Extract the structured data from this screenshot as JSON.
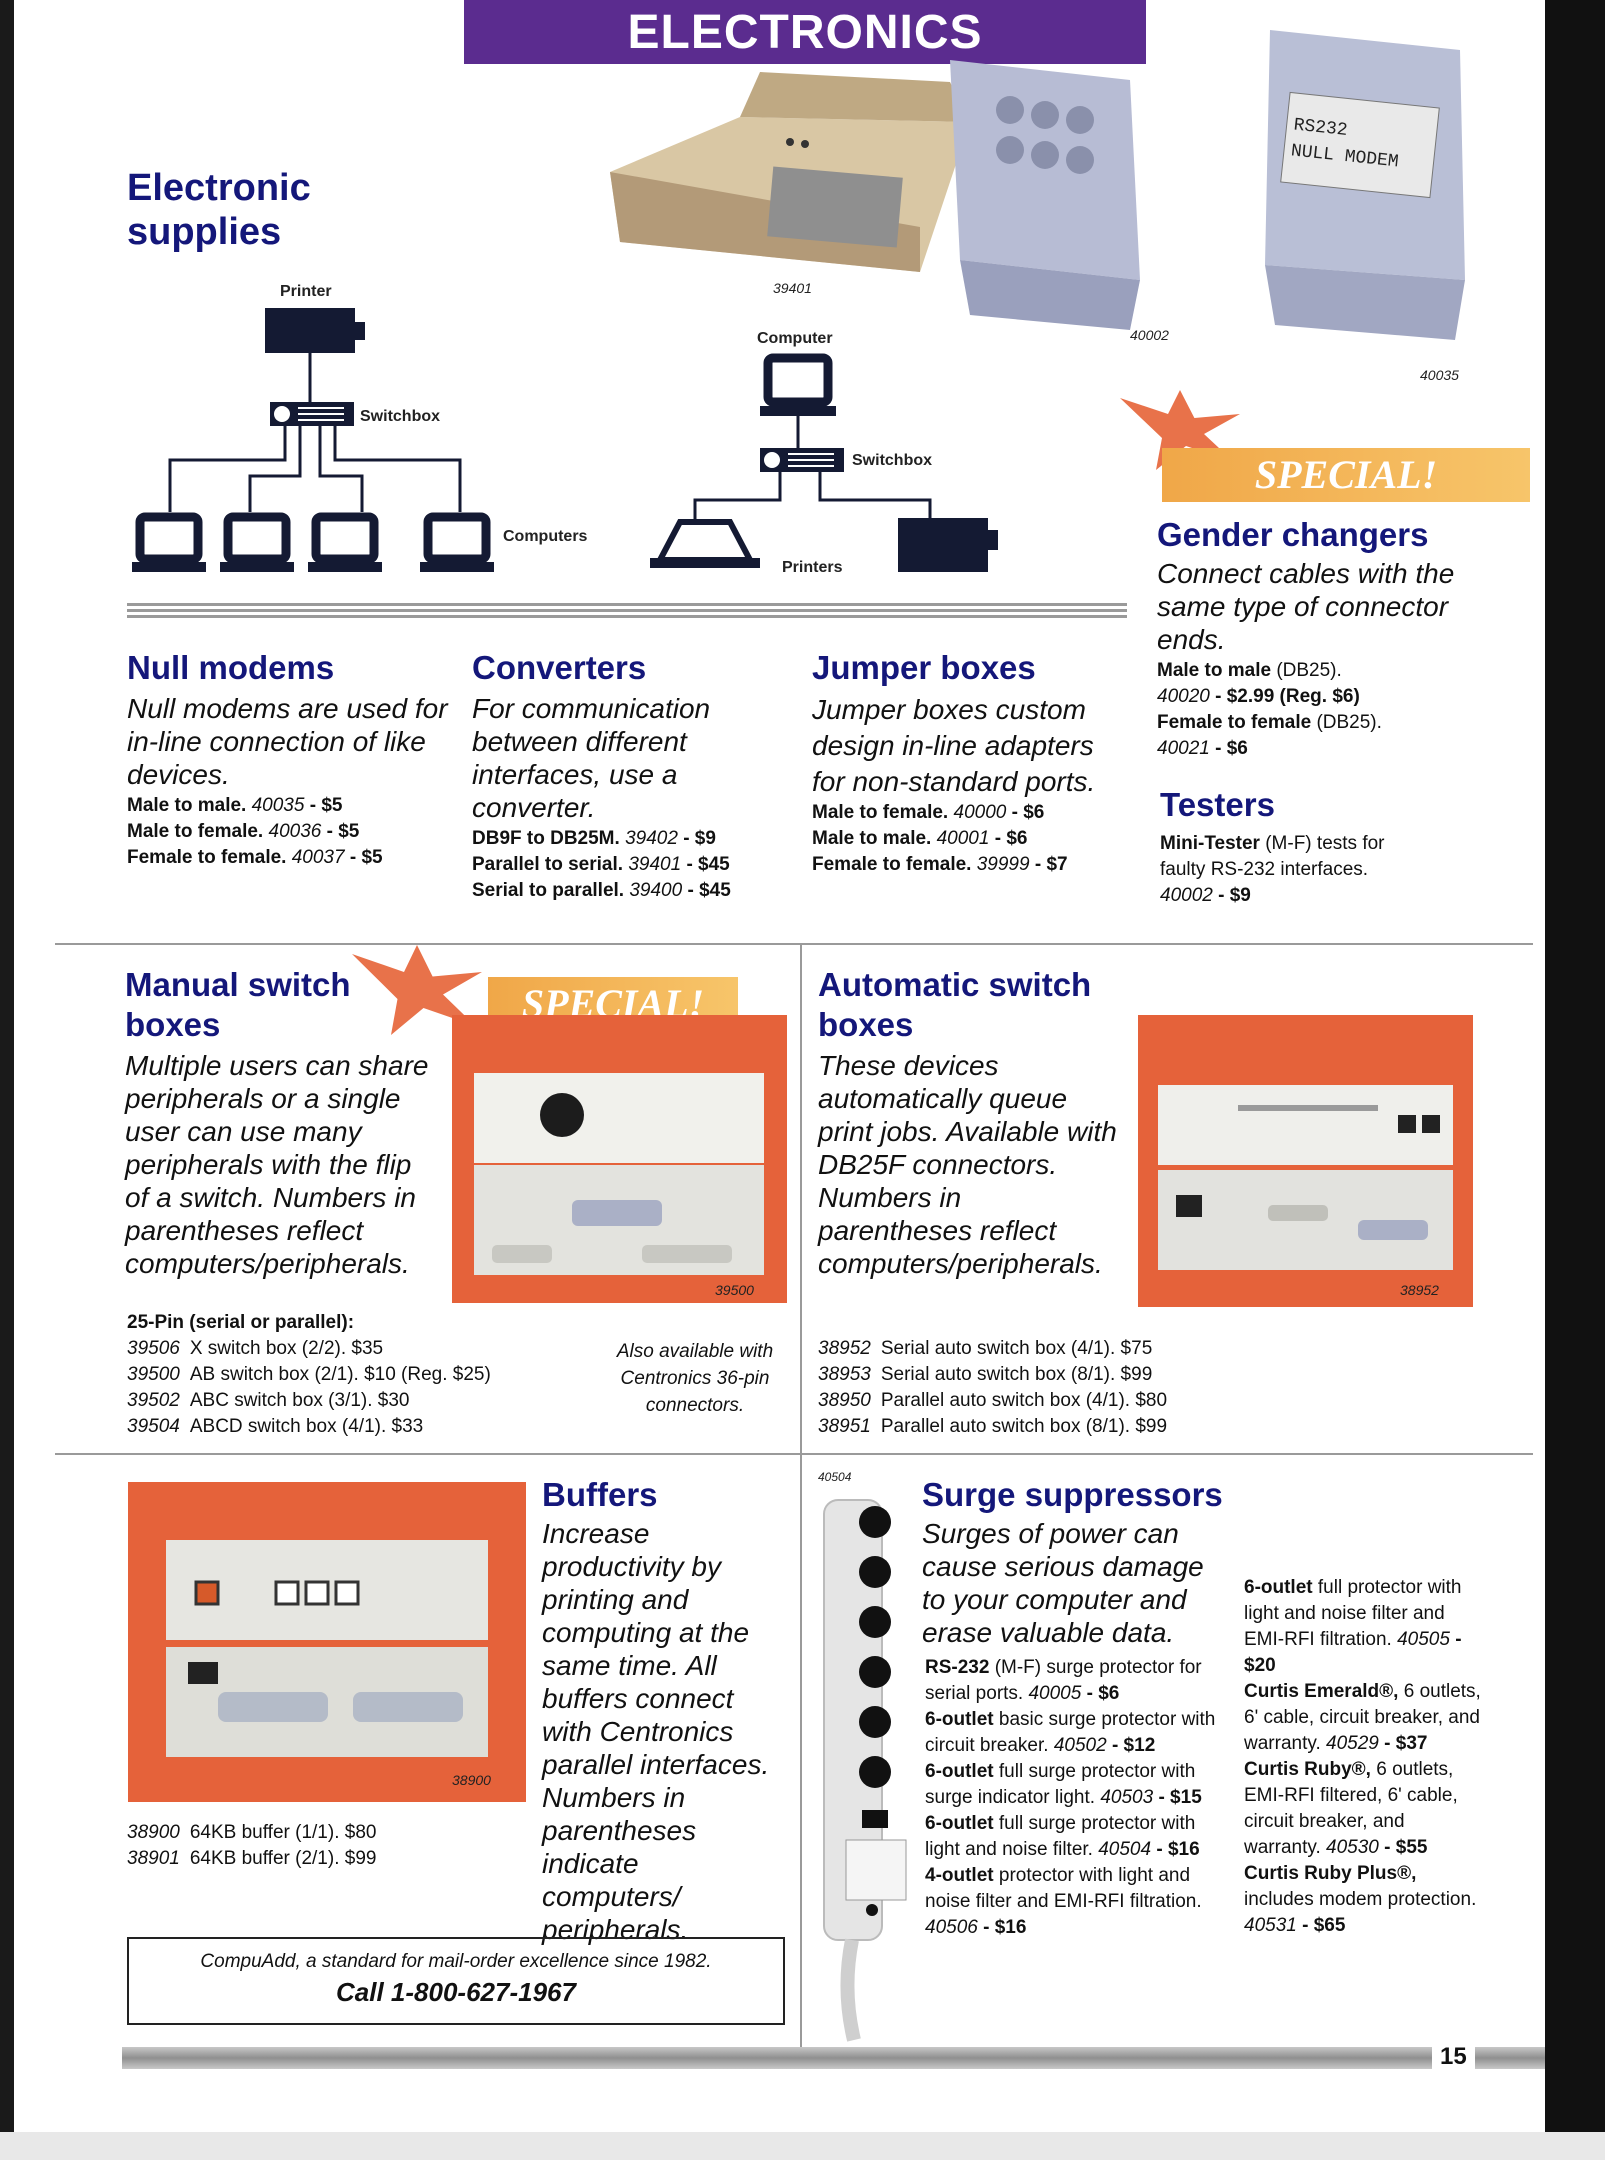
{
  "banner": "ELECTRONICS",
  "section_title": [
    "Electronic",
    "supplies"
  ],
  "diagram1": {
    "printer": "Printer",
    "switchbox": "Switchbox",
    "computers": "Computers"
  },
  "diagram2": {
    "computer": "Computer",
    "switchbox": "Switchbox",
    "printers": "Printers"
  },
  "photo_captions": {
    "p39401": "39401",
    "p40002": "40002",
    "p40035": "40035",
    "p39500": "39500",
    "p38952": "38952",
    "p38900": "38900",
    "p40504": "40504"
  },
  "adapter_label": [
    "RS232",
    "NULL MODEM"
  ],
  "special_label": "SPECIAL!",
  "null_modems": {
    "title": "Null modems",
    "desc": "Null modems are used for in-line connection of like devices.",
    "items": [
      {
        "label": "Male to male.",
        "code": "40035",
        "price": "- $5"
      },
      {
        "label": "Male to female.",
        "code": "40036",
        "price": "- $5"
      },
      {
        "label": "Female to female.",
        "code": "40037",
        "price": "- $5"
      }
    ]
  },
  "converters": {
    "title": "Converters",
    "desc": "For communication between different interfaces, use a converter.",
    "items": [
      {
        "label": "DB9F to DB25M.",
        "code": "39402",
        "price": "- $9"
      },
      {
        "label": "Parallel to serial.",
        "code": "39401",
        "price": "- $45"
      },
      {
        "label": "Serial to parallel.",
        "code": "39400",
        "price": "- $45"
      }
    ]
  },
  "jumper_boxes": {
    "title": "Jumper boxes",
    "desc": "Jumper boxes custom design in-line adapters for non-standard ports.",
    "items": [
      {
        "label": "Male to female.",
        "code": "40000",
        "price": "- $6"
      },
      {
        "label": "Male to male.",
        "code": "40001",
        "price": "- $6"
      },
      {
        "label": "Female to female.",
        "code": "39999",
        "price": "- $7"
      }
    ]
  },
  "gender_changers": {
    "title": "Gender changers",
    "desc": "Connect cables with the same type of connector ends.",
    "line1_label": "Male to male",
    "line1_rest": "(DB25).",
    "line2_code": "40020",
    "line2_price": "- $2.99 (Reg. $6)",
    "line3_label": "Female to female",
    "line3_rest": "(DB25).",
    "line4_code": "40021",
    "line4_price": "- $6"
  },
  "testers": {
    "title": "Testers",
    "line1_label": "Mini-Tester",
    "line1_rest": "(M-F) tests for",
    "line2": "faulty RS-232 interfaces.",
    "line3_code": "40002",
    "line3_price": "- $9"
  },
  "manual_switch": {
    "title": [
      "Manual switch",
      "boxes"
    ],
    "desc": "Multiple users can share peripherals or a single user can use many peripherals with the flip of a switch. Numbers in parentheses reflect computers/peripherals.",
    "list_head": "25-Pin (serial or parallel):",
    "rows": [
      {
        "code": "39506",
        "text": "X switch box (2/2). $35"
      },
      {
        "code": "39500",
        "text": "AB switch box (2/1). $10 (Reg. $25)"
      },
      {
        "code": "39502",
        "text": "ABC switch box (3/1). $30"
      },
      {
        "code": "39504",
        "text": "ABCD switch box (4/1). $33"
      }
    ],
    "note": "Also available with Centronics 36-pin connectors."
  },
  "auto_switch": {
    "title": [
      "Automatic switch",
      "boxes"
    ],
    "desc": "These devices automatically queue print jobs. Available with DB25F connectors. Numbers in parentheses reflect computers/peripherals.",
    "rows": [
      {
        "code": "38952",
        "text": "Serial auto switch box (4/1). $75"
      },
      {
        "code": "38953",
        "text": "Serial auto switch box (8/1). $99"
      },
      {
        "code": "38950",
        "text": "Parallel auto switch box (4/1). $80"
      },
      {
        "code": "38951",
        "text": "Parallel auto switch box (8/1). $99"
      }
    ]
  },
  "buffers": {
    "title": "Buffers",
    "desc": "Increase productivity by printing and computing at the same time. All buffers connect with Centronics parallel interfaces. Numbers in parentheses indicate computers/ peripherals.",
    "rows": [
      {
        "code": "38900",
        "text": "64KB buffer (1/1). $80"
      },
      {
        "code": "38901",
        "text": "64KB buffer (2/1). $99"
      }
    ]
  },
  "surge": {
    "title": "Surge suppressors",
    "desc": "Surges of power can cause serious damage to your computer and erase valuable data.",
    "left": [
      {
        "b": "RS-232",
        "t": "(M-F) surge protector for serial ports.",
        "code": "40005",
        "price": "- $6"
      },
      {
        "b": "6-outlet",
        "t": "basic surge protector with circuit breaker.",
        "code": "40502",
        "price": "- $12"
      },
      {
        "b": "6-outlet",
        "t": "full surge protector with surge indicator light.",
        "code": "40503",
        "price": "- $15"
      },
      {
        "b": "6-outlet",
        "t": "full surge protector with light and noise filter.",
        "code": "40504",
        "price": "- $16"
      },
      {
        "b": "4-outlet",
        "t": "protector with light and noise filter and EMI-RFI filtration.",
        "code": "40506",
        "price": "- $16"
      }
    ],
    "right": [
      {
        "b": "6-outlet",
        "t": "full protector with light and noise filter and EMI-RFI filtration.",
        "code": "40505",
        "price": "- $20"
      },
      {
        "b": "Curtis Emerald®,",
        "t": "6 outlets, 6' cable, circuit breaker, and warranty.",
        "code": "40529",
        "price": "- $37"
      },
      {
        "b": "Curtis Ruby®,",
        "t": "6 outlets, EMI-RFI filtered, 6' cable, circuit breaker, and warranty.",
        "code": "40530",
        "price": "- $55"
      },
      {
        "b": "Curtis Ruby Plus®,",
        "t": "includes modem protection.",
        "code": "40531",
        "price": "- $65"
      }
    ]
  },
  "footer_note": {
    "line1": "CompuAdd, a standard for mail-order excellence since 1982.",
    "line2": "Call 1-800-627-1967"
  },
  "page_number": "15"
}
